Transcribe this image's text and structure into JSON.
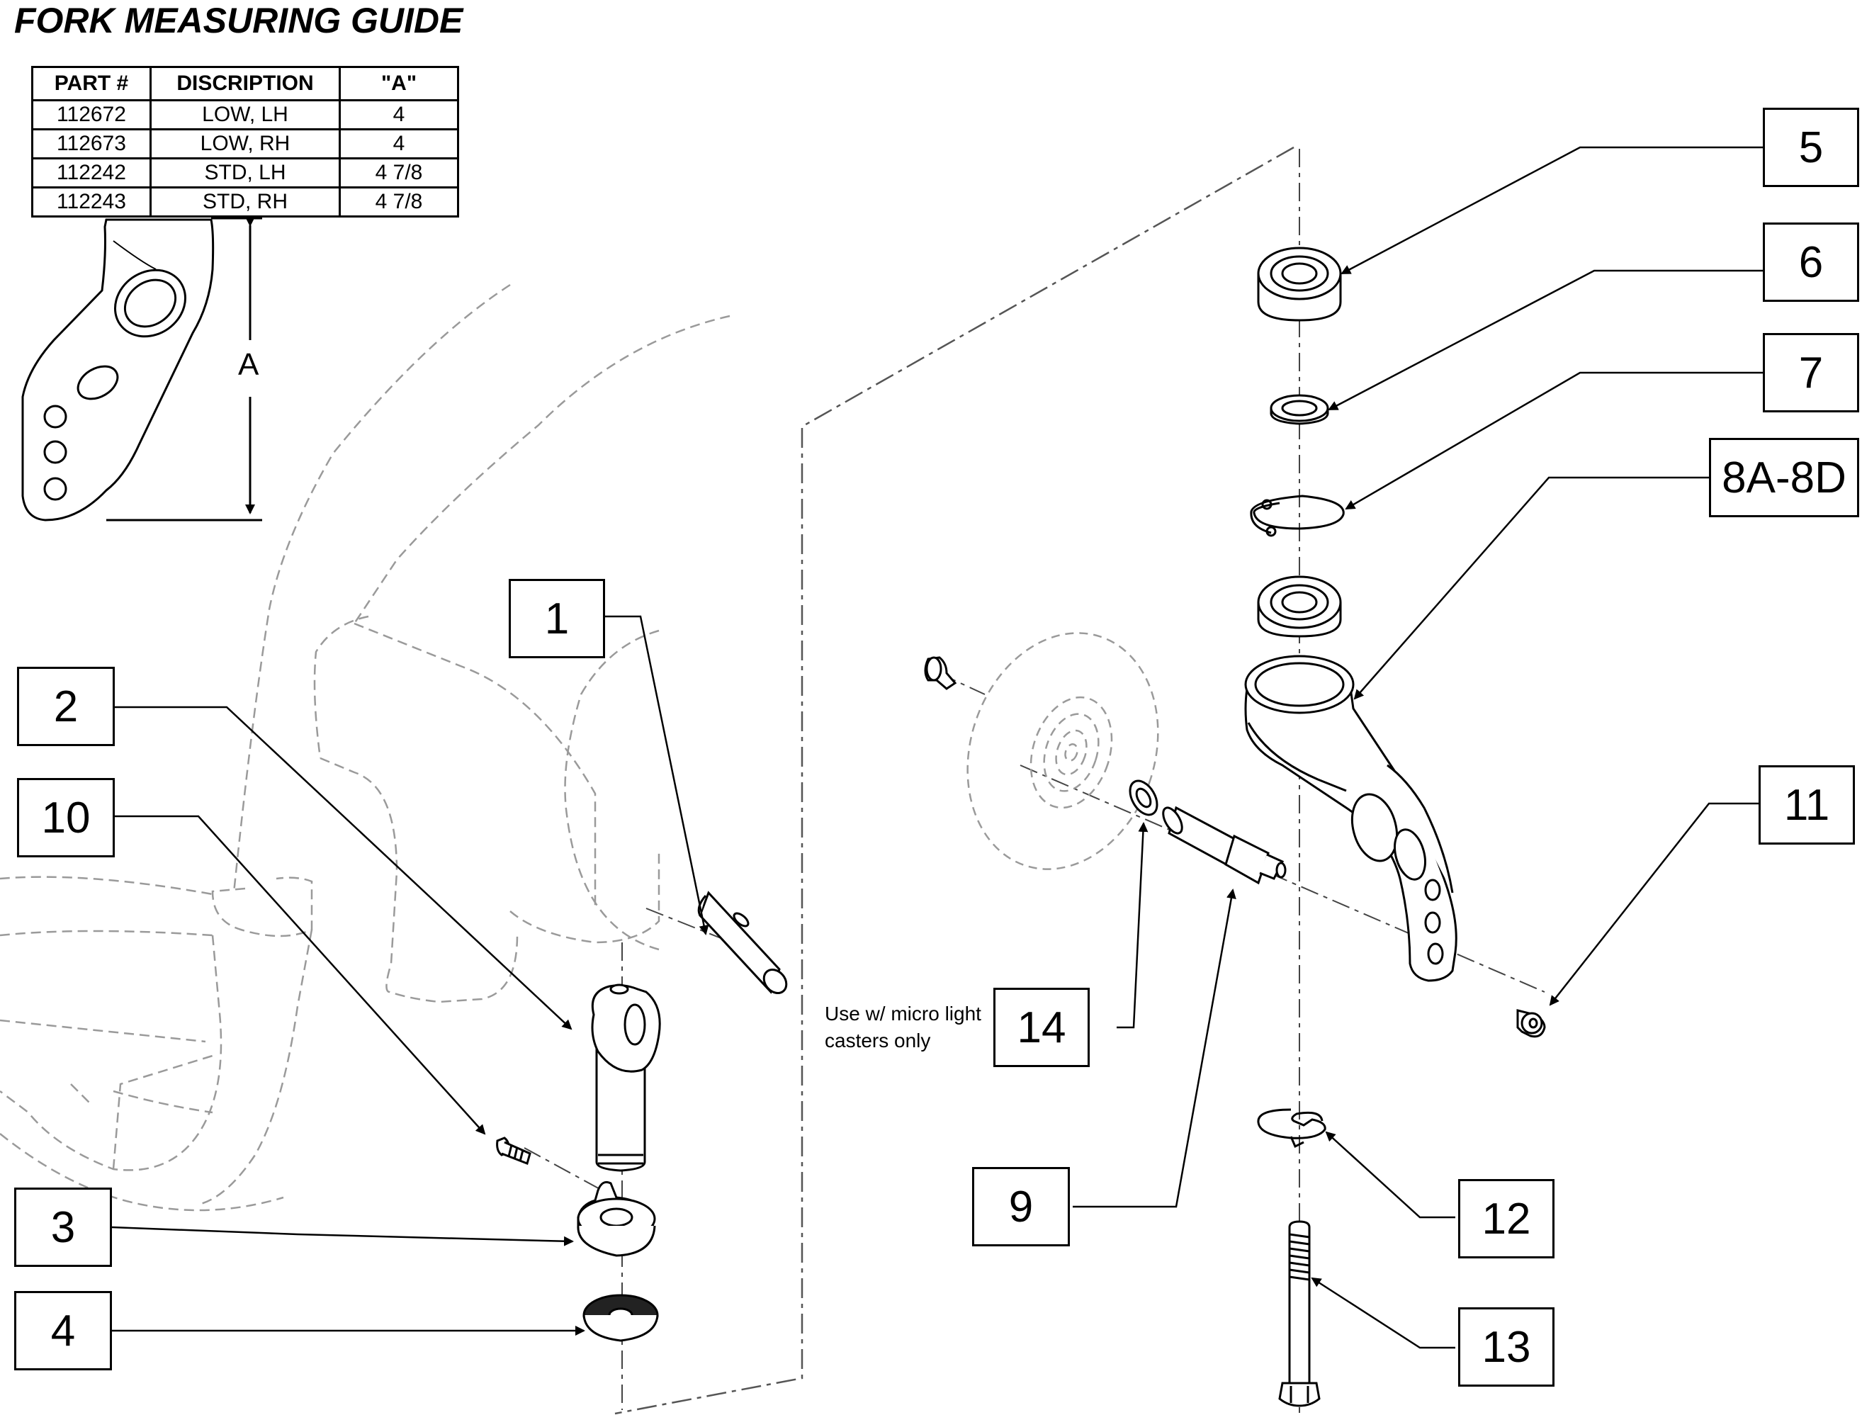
{
  "title": "FORK MEASURING GUIDE",
  "table": {
    "headers": [
      "PART #",
      "DISCRIPTION",
      "\"A\""
    ],
    "rows": [
      [
        "112672",
        "LOW, LH",
        "4"
      ],
      [
        "112673",
        "LOW, RH",
        "4"
      ],
      [
        "112242",
        "STD, LH",
        "4 7/8"
      ],
      [
        "112243",
        "STD, RH",
        "4 7/8"
      ]
    ]
  },
  "dimension_label": "A",
  "note": "Use w/ micro light\ncasters only",
  "callouts": {
    "c1": "1",
    "c2": "2",
    "c3": "3",
    "c4": "4",
    "c5": "5",
    "c6": "6",
    "c7": "7",
    "c8": "8A-8D",
    "c9": "9",
    "c10": "10",
    "c11": "11",
    "c12": "12",
    "c13": "13",
    "c14": "14"
  }
}
